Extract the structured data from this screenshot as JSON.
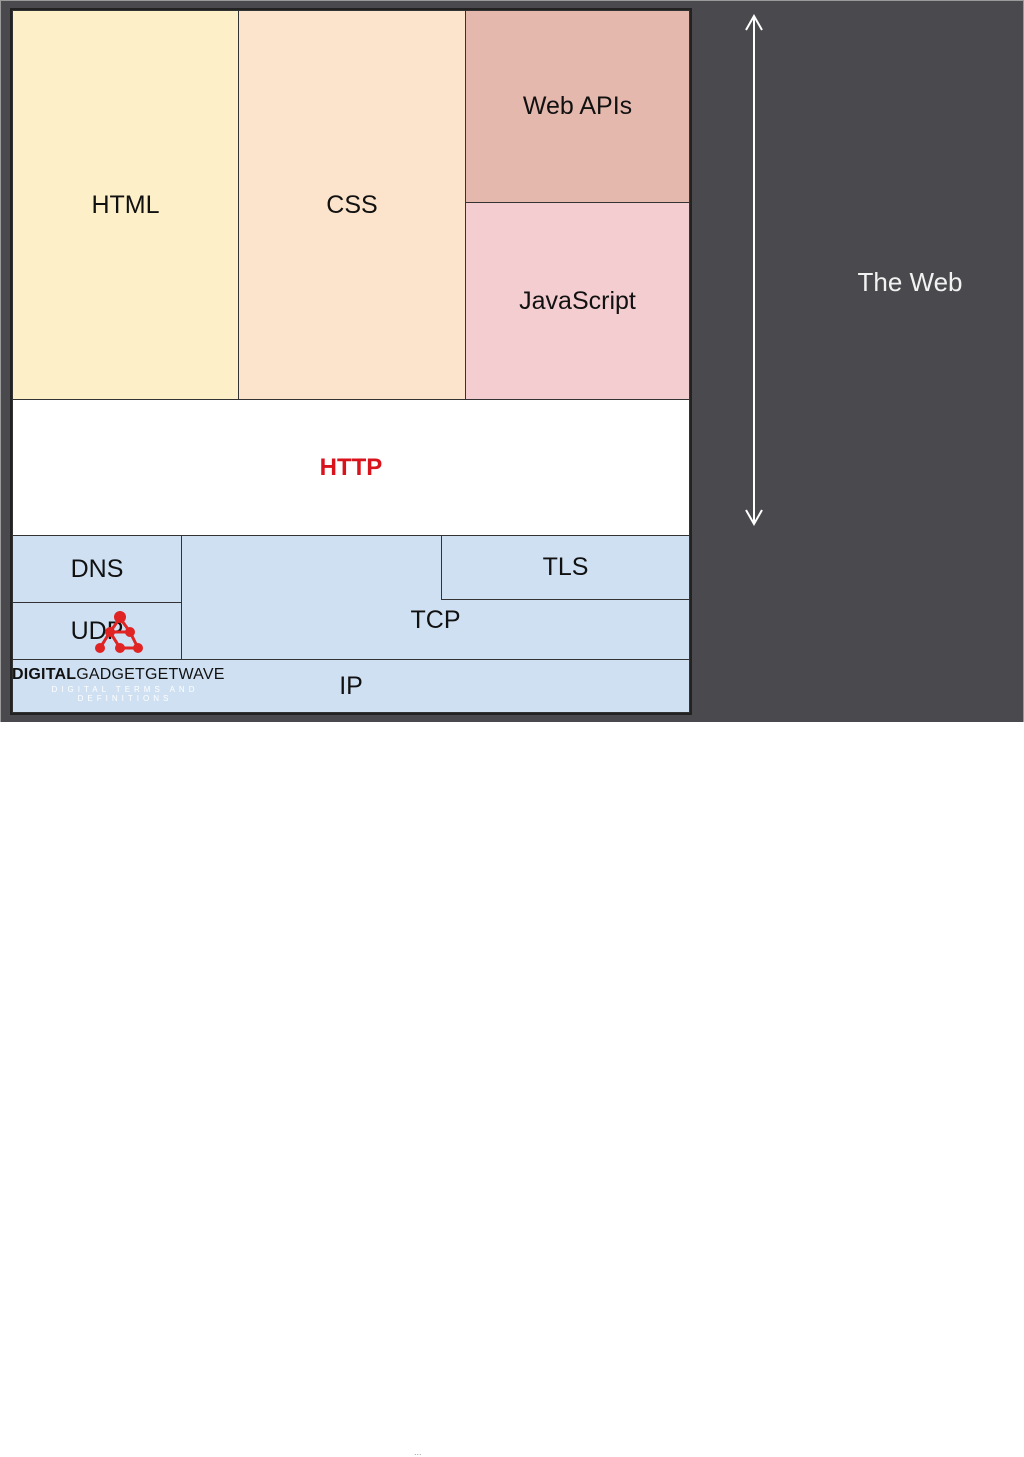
{
  "layers": {
    "html": "HTML",
    "css": "CSS",
    "web_apis": "Web APIs",
    "javascript": "JavaScript",
    "http": "HTTP",
    "dns": "DNS",
    "tls": "TLS",
    "udp": "UDP",
    "tcp": "TCP",
    "ip": "IP"
  },
  "side_label": "The Web",
  "watermark": {
    "brand_bold": "DIGITAL",
    "brand_rest": "GADGETGETWAVE",
    "tagline": "DIGITAL TERMS AND DEFINITIONS"
  },
  "colors": {
    "html": "#fdf0c8",
    "css": "#fce3cb",
    "web_apis": "#e5b8ae",
    "javascript": "#f3cdd0",
    "http": "#ffffff",
    "network": "#cfe0f2",
    "background": "#4a4a4e",
    "http_text": "#d9131b"
  },
  "handle": "..."
}
